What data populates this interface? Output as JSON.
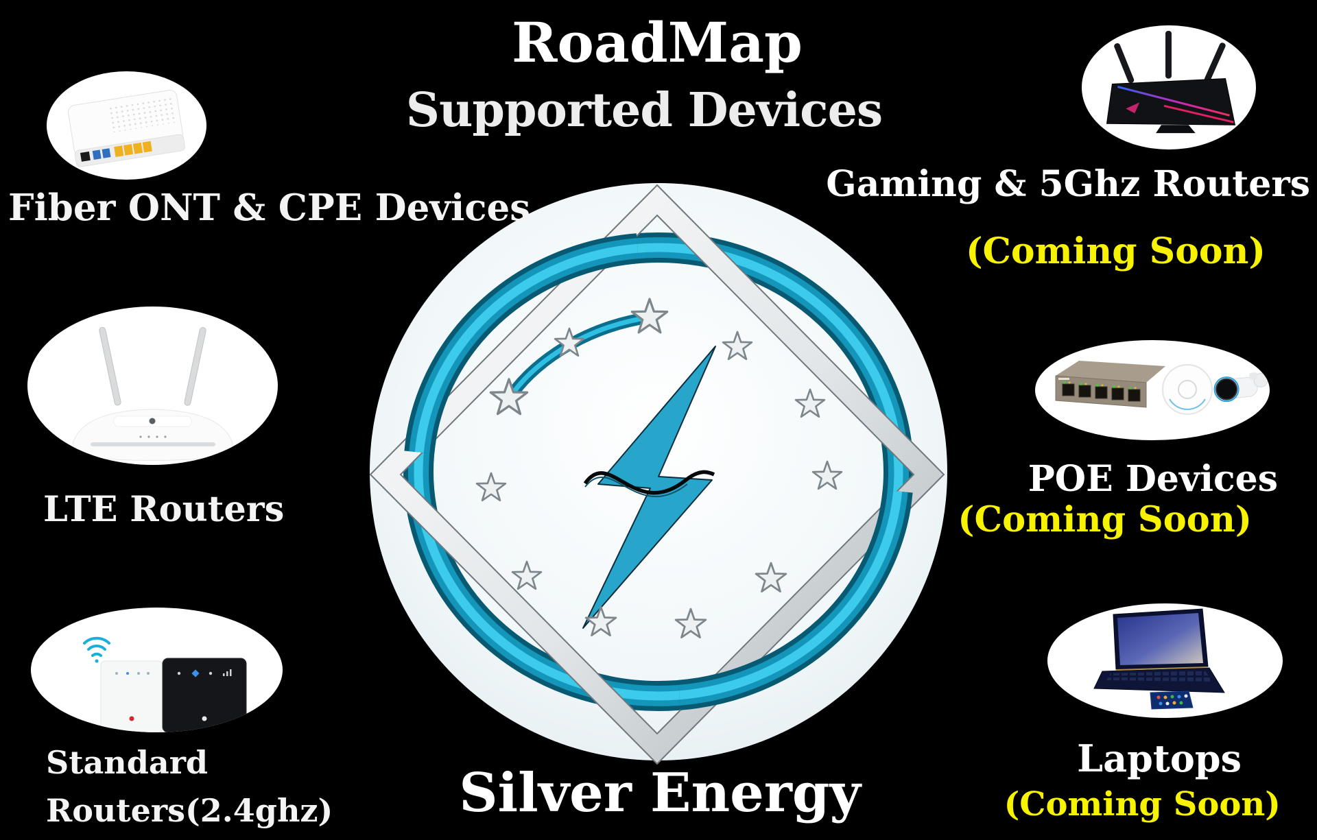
{
  "page": {
    "title": "RoadMap",
    "subtitle": "Supported Devices",
    "brand": "Silver Energy"
  },
  "colors": {
    "background": "#000000",
    "heading_text": "#ffffff",
    "label_text": "#f4f4f4",
    "coming_soon_yellow": "#f7f300",
    "bolt_cyan": "#28a5ca",
    "ring_teal": "#1496bb",
    "silver": "#c3cacd",
    "logo_disc": "#eff5f7"
  },
  "left_column": [
    {
      "label": "Fiber ONT & CPE Devices",
      "image": "white fiber ONT modem with blue and yellow ports"
    },
    {
      "label": "LTE Routers",
      "image": "white TP-Link router with two antennas"
    },
    {
      "label_lines": [
        "Standard",
        "Routers(2.4ghz)"
      ],
      "image": "white and black Huawei routers with wifi signal"
    }
  ],
  "right_column": [
    {
      "label": "Gaming & 5Ghz Routers",
      "status": "(Coming Soon)",
      "image": "black ASUS ROG gaming router with three antennas"
    },
    {
      "label": "POE Devices",
      "status": "(Coming Soon)",
      "image": "PoE switch, round access point and bullet camera"
    },
    {
      "label": "Laptops",
      "status": "(Coming Soon)",
      "image": "dark blue ASUS ZenBook laptop"
    }
  ]
}
